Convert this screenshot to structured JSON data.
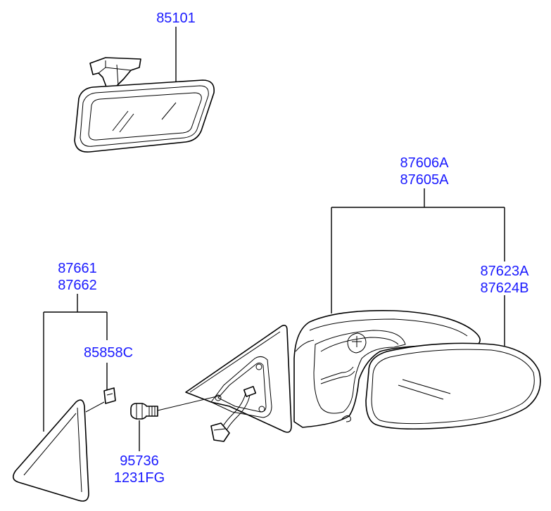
{
  "parts": {
    "rear_view_mirror": "85101",
    "outside_mirror_lh": "87606A",
    "outside_mirror_rh": "87605A",
    "mirror_glass_lh": "87623A",
    "mirror_glass_rh": "87624B",
    "garnish_lh": "87661",
    "garnish_rh": "87662",
    "clip": "85858C",
    "screw": "95736",
    "bolt": "1231FG"
  }
}
